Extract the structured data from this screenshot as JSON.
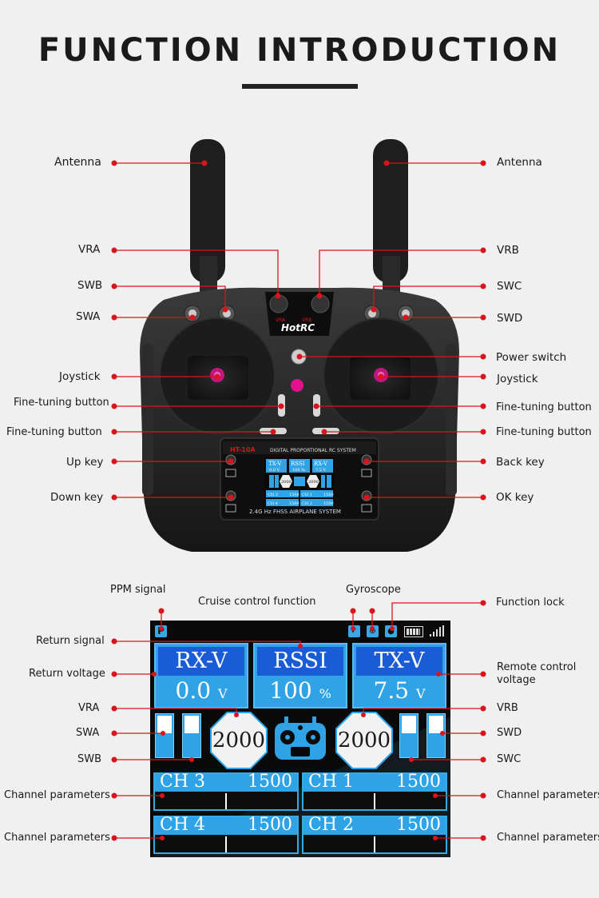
{
  "title": "FUNCTION INTRODUCTION",
  "transmitter": {
    "brand": "HotRC",
    "model": "HT-10A",
    "screen_header": "DIGITAL PROPORTIONAL RC SYSTEM",
    "screen_footer": "2.4G Hz FHSS AIRPLANE SYSTEM",
    "knob_labels": [
      "VRA",
      "VRB"
    ],
    "mini_screen": {
      "boxes": [
        {
          "top": "TX-V",
          "bottom": "0.0 V"
        },
        {
          "top": "RSSI",
          "bottom": "100 %"
        },
        {
          "top": "RX-V",
          "bottom": "7.5 V"
        }
      ],
      "dials": [
        "2000",
        "2000"
      ],
      "channels": [
        {
          "name": "CH 3",
          "value": "1500"
        },
        {
          "name": "CH 1",
          "value": "1500"
        },
        {
          "name": "CH 4",
          "value": "1500"
        },
        {
          "name": "CH 2",
          "value": "1500"
        }
      ]
    }
  },
  "labels_top": {
    "antenna_left": "Antenna",
    "antenna_right": "Antenna",
    "vra": "VRA",
    "vrb": "VRB",
    "swb": "SWB",
    "swc": "SWC",
    "swa": "SWA",
    "swd": "SWD",
    "power_switch": "Power switch",
    "joystick_left": "Joystick",
    "joystick_right": "Joystick",
    "fine_tune_left_1": "Fine-tuning button",
    "fine_tune_right_1": "Fine-tuning button",
    "fine_tune_left_2": "Fine-tuning button",
    "fine_tune_right_2": "Fine-tuning button",
    "up_key": "Up key",
    "back_key": "Back key",
    "down_key": "Down key",
    "ok_key": "OK key"
  },
  "labels_screen": {
    "ppm_signal": "PPM signal",
    "cruise_control": "Cruise control function",
    "gyroscope": "Gyroscope",
    "function_lock": "Function lock",
    "return_signal": "Return signal",
    "return_voltage": "Return voltage",
    "remote_voltage_1": "Remote control",
    "remote_voltage_2": "voltage",
    "vra": "VRA",
    "vrb": "VRB",
    "swa": "SWA",
    "swd": "SWD",
    "swb": "SWB",
    "swc": "SWC",
    "channel_params_1": "Channel parameters",
    "channel_params_2": "Channel parameters",
    "channel_params_3": "Channel parameters",
    "channel_params_4": "Channel parameters"
  },
  "screen": {
    "ppm_badge": "P",
    "boxes": [
      {
        "top": "RX-V",
        "value": "0.0",
        "unit": "V"
      },
      {
        "top": "RSSI",
        "value": "100",
        "unit": "%"
      },
      {
        "top": "TX-V",
        "value": "7.5",
        "unit": "V"
      }
    ],
    "dial_left": "2000",
    "dial_right": "2000",
    "channels": [
      {
        "name": "CH 3",
        "value": "1500"
      },
      {
        "name": "CH 1",
        "value": "1500"
      },
      {
        "name": "CH 4",
        "value": "1500"
      },
      {
        "name": "CH 2",
        "value": "1500"
      }
    ]
  },
  "colors": {
    "accent_red": "#d9141c",
    "screen_blue": "#2fa3e6",
    "screen_dark_blue": "#1a5bd6",
    "body_black": "#1c1c1c"
  }
}
